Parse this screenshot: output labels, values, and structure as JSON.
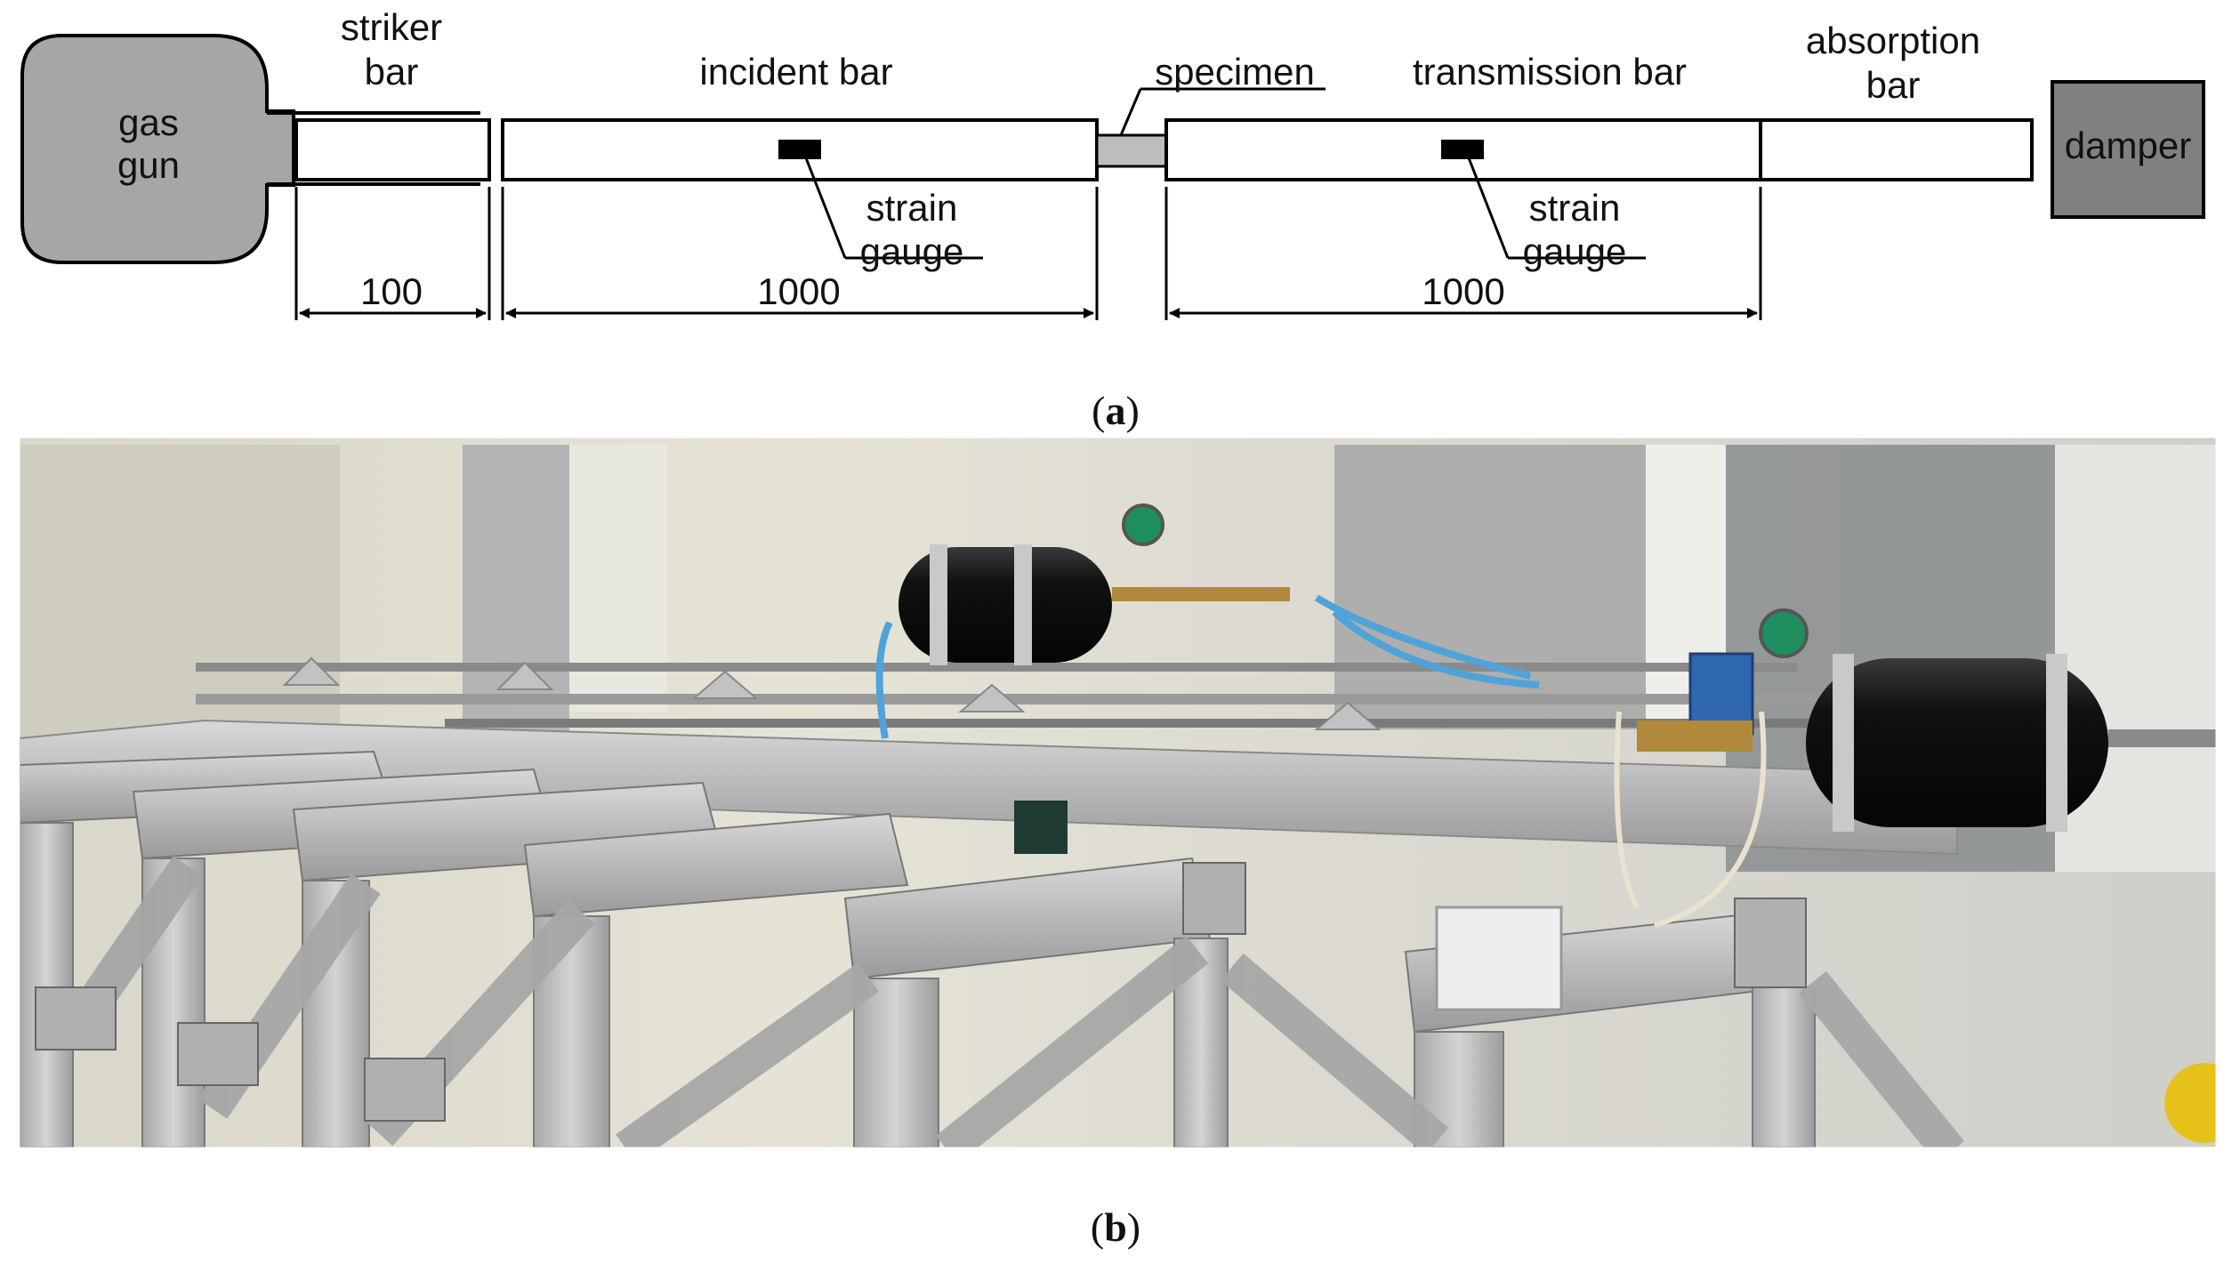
{
  "diagram": {
    "components": {
      "gas_gun": [
        "gas",
        "gun"
      ],
      "striker_bar": [
        "striker",
        "bar"
      ],
      "incident_bar": "incident bar",
      "specimen": "specimen",
      "transmission_bar": "transmission bar",
      "absorption_bar": [
        "absorption",
        "bar"
      ],
      "damper": "damper",
      "strain_gauge_incident": [
        "strain",
        "gauge"
      ],
      "strain_gauge_transmission": [
        "strain",
        "gauge"
      ]
    },
    "dimensions": {
      "striker": "100",
      "incident": "1000",
      "transmission": "1000"
    }
  },
  "captions": {
    "a": {
      "open": "(",
      "letter": "a",
      "close": ")"
    },
    "b": {
      "open": "(",
      "letter": "b",
      "close": ")"
    }
  },
  "colors": {
    "gas_gun_fill": "#a6a6a6",
    "specimen_fill": "#bdbdbd",
    "damper_fill": "#808080",
    "gauge_fill": "#000000",
    "line": "#000000"
  },
  "photo": {
    "description_icon": "photo-of-split-hopkinson-bar-setup"
  }
}
